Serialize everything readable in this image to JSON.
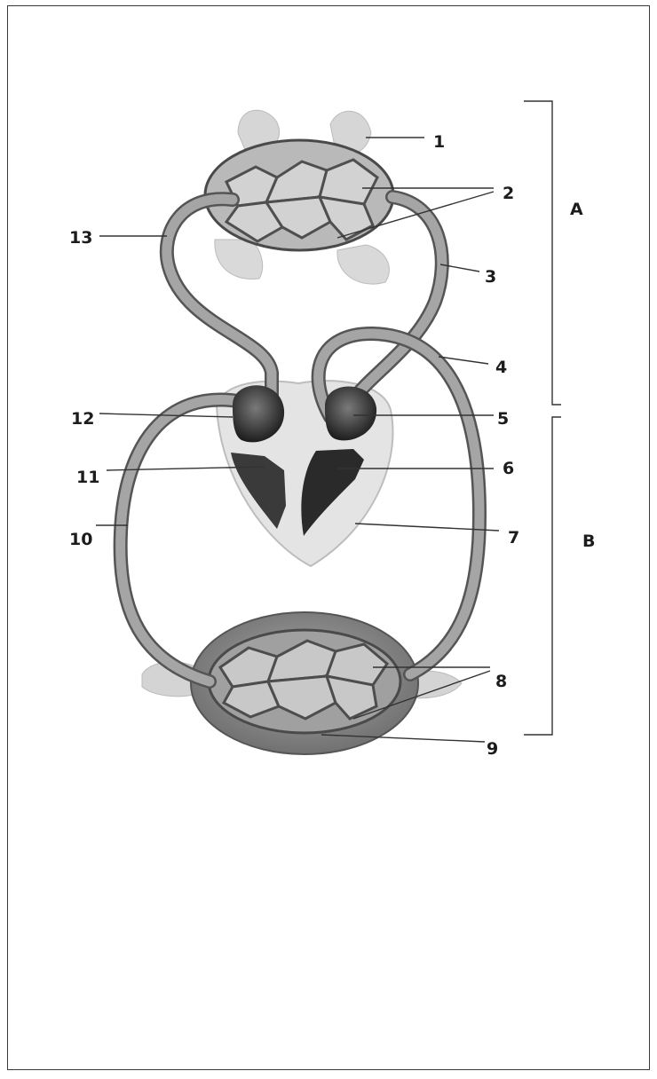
{
  "labels": {
    "n1": "1",
    "n2": "2",
    "n3": "3",
    "n4": "4",
    "n5": "5",
    "n6": "6",
    "n7": "7",
    "n8": "8",
    "n9": "9",
    "n10": "10",
    "n11": "11",
    "n12": "12",
    "n13": "13"
  },
  "regions": {
    "a": "A",
    "b": "B"
  }
}
